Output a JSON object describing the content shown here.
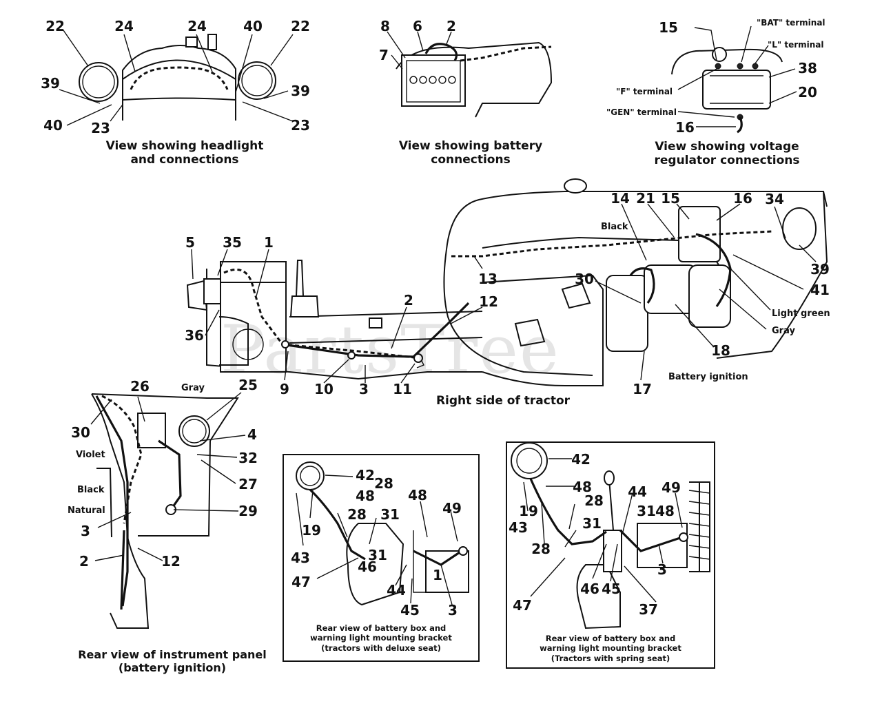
{
  "watermark": "PartsTree",
  "views": {
    "headlight": [
      "View showing headlight",
      "and connections"
    ],
    "battery": [
      "View showing battery",
      "connections"
    ],
    "regulator": [
      "View showing voltage",
      "regulator connections"
    ],
    "right_side": "Right side of tractor",
    "instrument": [
      "Rear view of instrument panel",
      "(battery ignition)"
    ],
    "deluxe": [
      "Rear view of battery box and",
      "warning light mounting bracket",
      "(tractors with deluxe seat)"
    ],
    "spring": [
      "Rear view of battery box and",
      "warning light mounting bracket",
      "(Tractors with spring seat)"
    ]
  },
  "labels": {
    "bat_terminal": "\"BAT\" terminal",
    "l_terminal": "\"L\" terminal",
    "f_terminal": "\"F\" terminal",
    "gen_terminal": "\"GEN\" terminal",
    "black": "Black",
    "light_green": "Light green",
    "gray": "Gray",
    "battery_ignition": "Battery ignition",
    "violet": "Violet",
    "natural": "Natural"
  },
  "callouts": {
    "hl_22a": "22",
    "hl_24a": "24",
    "hl_24b": "24",
    "hl_40a": "40",
    "hl_22b": "22",
    "hl_39a": "39",
    "hl_40b": "40",
    "hl_23a": "23",
    "hl_23b": "23",
    "hl_39b": "39",
    "bt_8": "8",
    "bt_6": "6",
    "bt_2": "2",
    "bt_7": "7",
    "vr_15": "15",
    "vr_38": "38",
    "vr_20": "20",
    "vr_16": "16",
    "rs_5": "5",
    "rs_35": "35",
    "rs_1": "1",
    "rs_36": "36",
    "rs_2": "2",
    "rs_13": "13",
    "rs_12": "12",
    "rs_14": "14",
    "rs_21": "21",
    "rs_15": "15",
    "rs_16": "16",
    "rs_34": "34",
    "rs_39": "39",
    "rs_41": "41",
    "rs_30": "30",
    "rs_18": "18",
    "rs_17": "17",
    "rs_9": "9",
    "rs_10": "10",
    "rs_3": "3",
    "rs_11": "11",
    "ip_26": "26",
    "ip_25": "25",
    "ip_30": "30",
    "ip_4": "4",
    "ip_32": "32",
    "ip_27": "27",
    "ip_29": "29",
    "ip_3": "3",
    "ip_2": "2",
    "ip_12": "12",
    "dl_42": "42",
    "dl_28a": "28",
    "dl_48a": "48",
    "dl_48b": "48",
    "dl_19": "19",
    "dl_28b": "28",
    "dl_31a": "31",
    "dl_49": "49",
    "dl_43": "43",
    "dl_31b": "31",
    "dl_46": "46",
    "dl_1": "1",
    "dl_47": "47",
    "dl_44": "44",
    "dl_45": "45",
    "dl_3": "3",
    "sp_42": "42",
    "sp_48a": "48",
    "sp_19": "19",
    "sp_28a": "28",
    "sp_44": "44",
    "sp_49": "49",
    "sp_43": "43",
    "sp_28b": "28",
    "sp_31a": "31",
    "sp_31b": "31",
    "sp_48b": "48",
    "sp_3": "3",
    "sp_47": "47",
    "sp_46": "46",
    "sp_45": "45",
    "sp_37": "37"
  }
}
